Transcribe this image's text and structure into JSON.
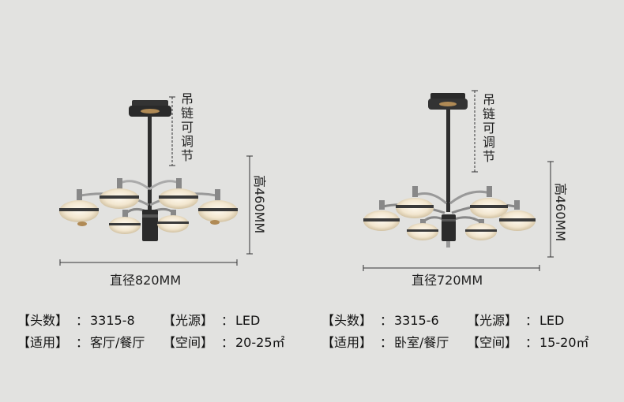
{
  "products": [
    {
      "chain_label": "吊链可调节",
      "height_label": "高460MM",
      "diameter_label": "直径820MM",
      "specs": {
        "heads_key": "【头数】",
        "heads_value": "3315-8",
        "light_key": "【光源】",
        "light_value": "LED",
        "use_key": "【适用】",
        "use_value": "客厅/餐厅",
        "space_key": "【空间】",
        "space_value": "20-25㎡",
        "sep": "："
      }
    },
    {
      "chain_label": "吊链可调节",
      "height_label": "高460MM",
      "diameter_label": "直径720MM",
      "specs": {
        "heads_key": "【头数】",
        "heads_value": "3315-6",
        "light_key": "【光源】",
        "light_value": "LED",
        "use_key": "【适用】",
        "use_value": "卧室/餐厅",
        "space_key": "【空间】",
        "space_value": "15-20㎡",
        "sep": "："
      }
    }
  ]
}
